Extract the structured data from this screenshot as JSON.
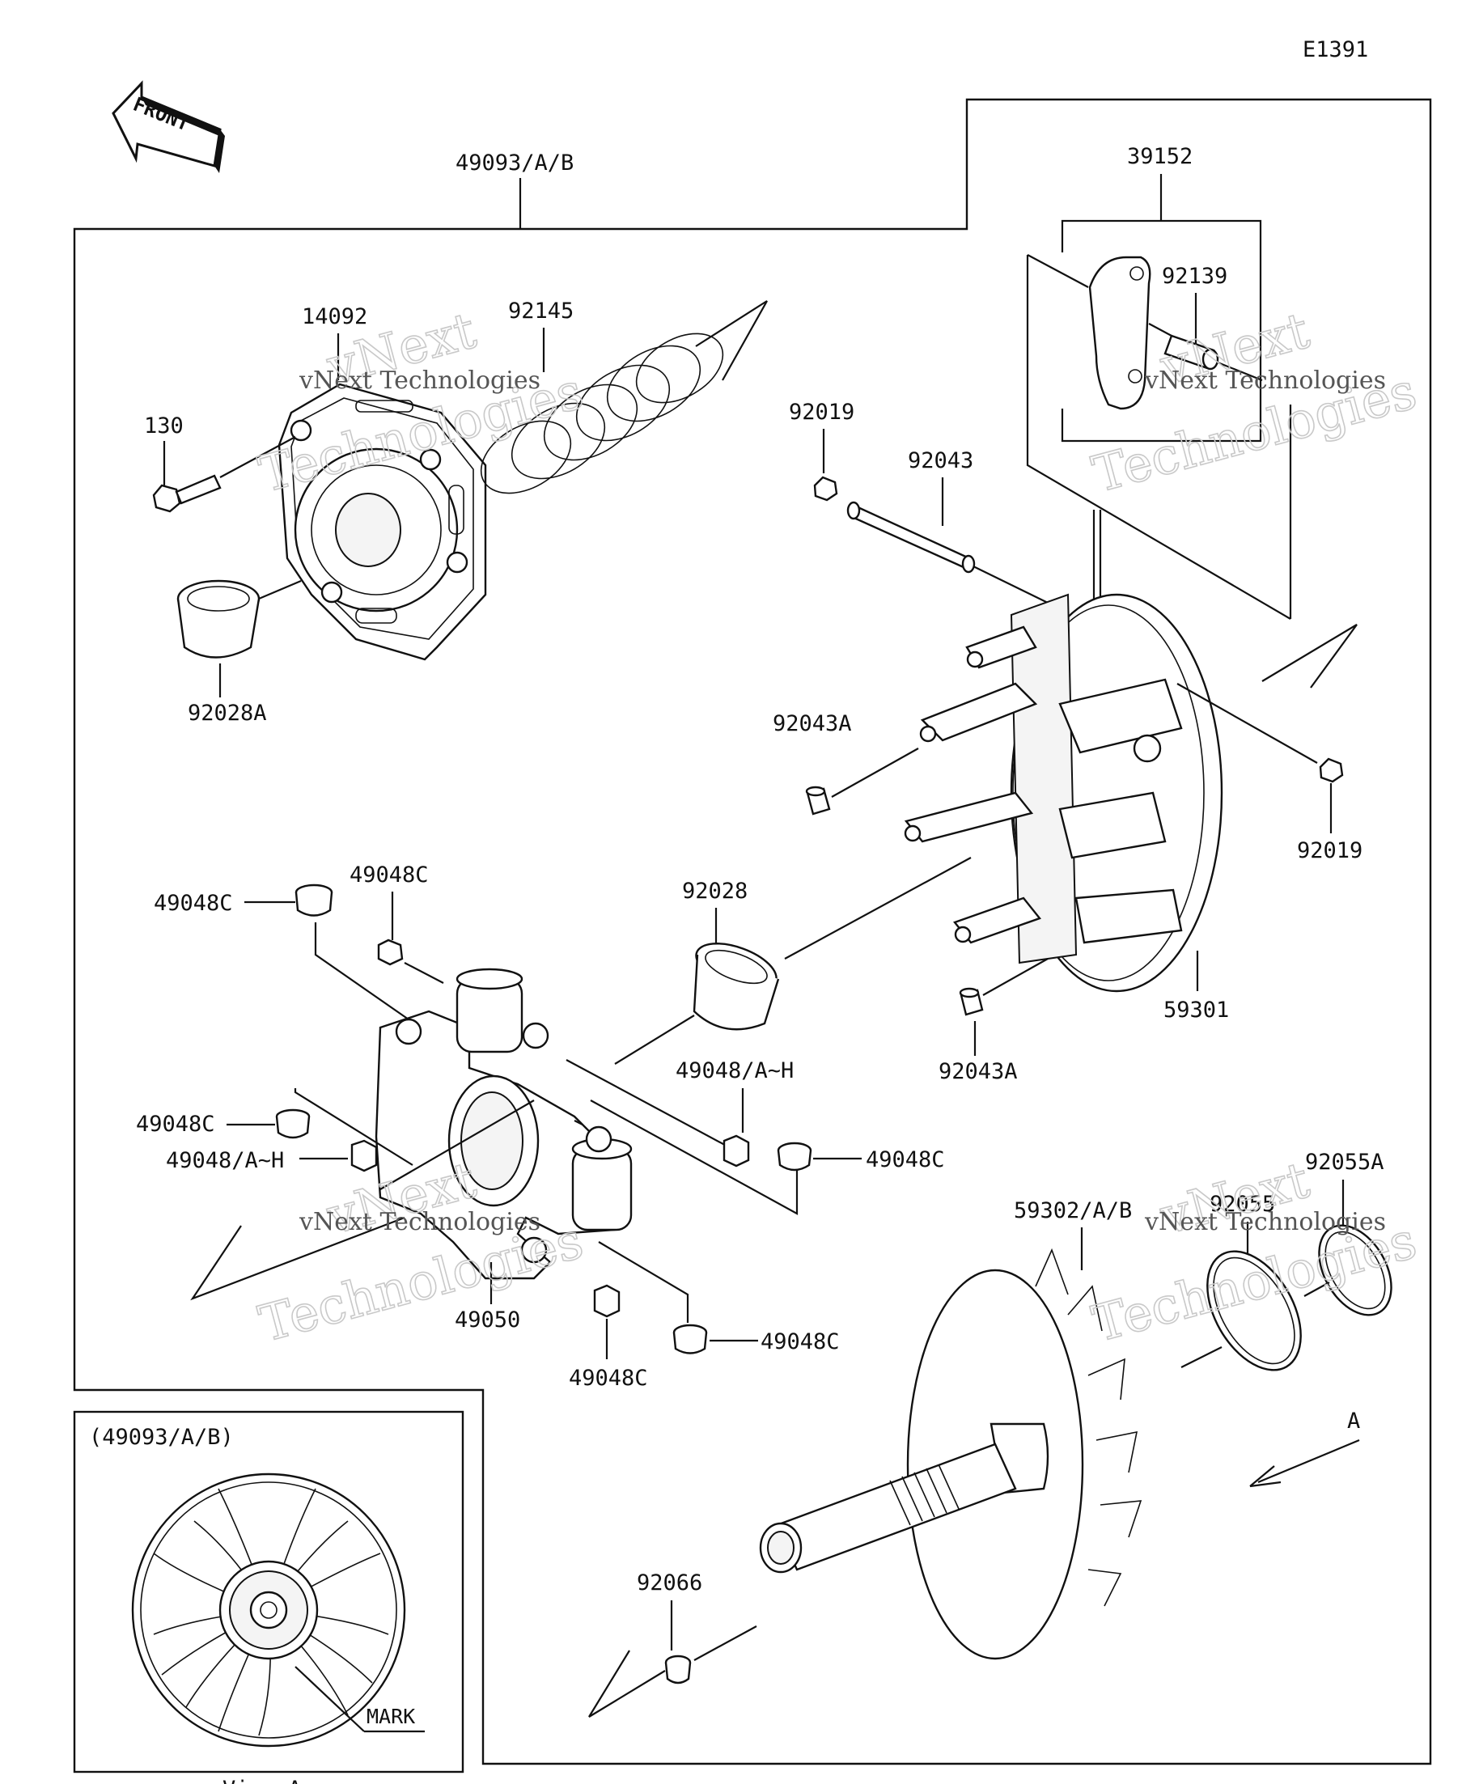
{
  "diagram_id": "E1391",
  "front_label": "FRONT",
  "view_a": {
    "title": "(49093/A/B)",
    "caption": "View A",
    "mark_label": "MARK"
  },
  "view_arrow_label": "A",
  "watermark": {
    "line1": "vNext",
    "line2": "Technologies",
    "caption": "vNext Technologies"
  },
  "parts": {
    "p49093": "49093/A/B",
    "p39152": "39152",
    "p92139": "92139",
    "p14092": "14092",
    "p92145": "92145",
    "p130": "130",
    "p92028A": "92028A",
    "p92019_top": "92019",
    "p92043": "92043",
    "p92043A_top": "92043A",
    "p92019_right": "92019",
    "p92028": "92028",
    "p59301": "59301",
    "p92043A_bottom": "92043A",
    "p49048C_1": "49048C",
    "p49048C_2": "49048C",
    "p49048C_3": "49048C",
    "p49048AH_left": "49048/A~H",
    "p49048AH_mid": "49048/A~H",
    "p49048C_right": "49048C",
    "p49050": "49050",
    "p49048C_bottom": "49048C",
    "p49048C_bottom2": "49048C",
    "p92055A": "92055A",
    "p92055": "92055",
    "p59302": "59302/A/B",
    "p92066": "92066"
  }
}
